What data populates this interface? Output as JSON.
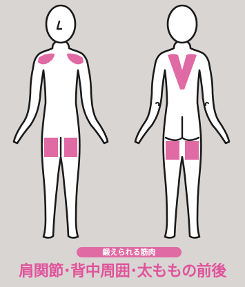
{
  "caption": {
    "label": "鍛えられる筋肉",
    "muscles": "肩関節･背中周囲･太ももの前後"
  },
  "colors": {
    "background": "#d9d5d3",
    "body_fill": "#ffffff",
    "outline": "#1a1a1a",
    "highlight": "#e06aa3",
    "text_accent": "#e0539b"
  },
  "figures": [
    "front-view",
    "back-view"
  ],
  "highlighted_regions": {
    "front-view": [
      "left-shoulder",
      "right-shoulder",
      "left-thigh-front",
      "right-thigh-front"
    ],
    "back-view": [
      "upper-back",
      "left-thigh-back",
      "right-thigh-back"
    ]
  }
}
